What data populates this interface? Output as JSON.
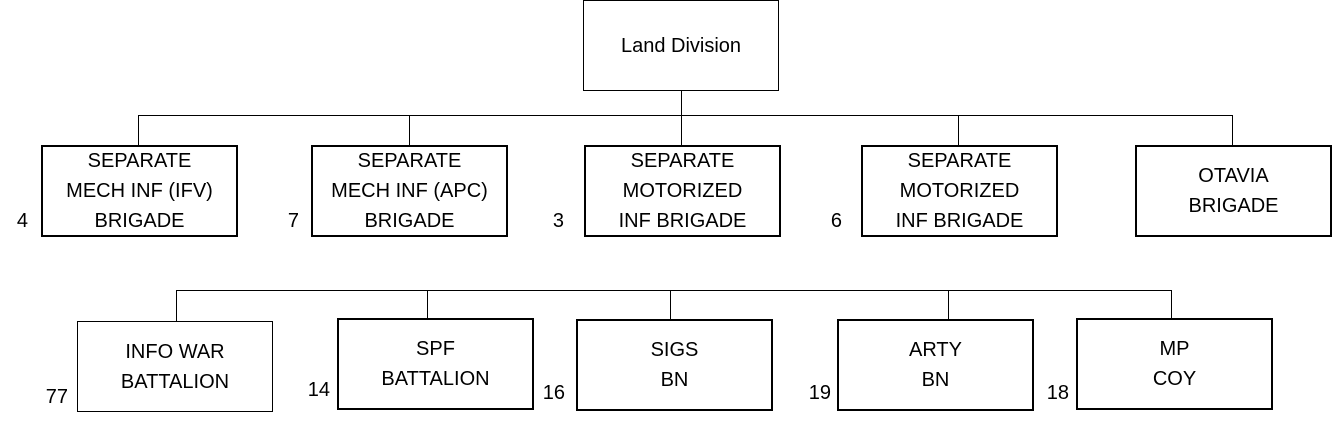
{
  "diagram": {
    "root": {
      "label": "Land Division"
    },
    "brigades": [
      {
        "label": "SEPARATE\nMECH INF (IFV)\nBRIGADE",
        "number": "4"
      },
      {
        "label": "SEPARATE\nMECH INF (APC)\nBRIGADE",
        "number": "7"
      },
      {
        "label": "SEPARATE\nMOTORIZED\nINF BRIGADE",
        "number": "3"
      },
      {
        "label": "SEPARATE\nMOTORIZED\nINF BRIGADE",
        "number": "6"
      },
      {
        "label": "OTAVIA\nBRIGADE",
        "number": ""
      }
    ],
    "units": [
      {
        "label": "INFO WAR\nBATTALION",
        "number": "77"
      },
      {
        "label": "SPF\nBATTALION",
        "number": "14"
      },
      {
        "label": "SIGS\nBN",
        "number": "16"
      },
      {
        "label": "ARTY\nBN",
        "number": "19"
      },
      {
        "label": "MP\nCOY",
        "number": "18"
      }
    ]
  }
}
